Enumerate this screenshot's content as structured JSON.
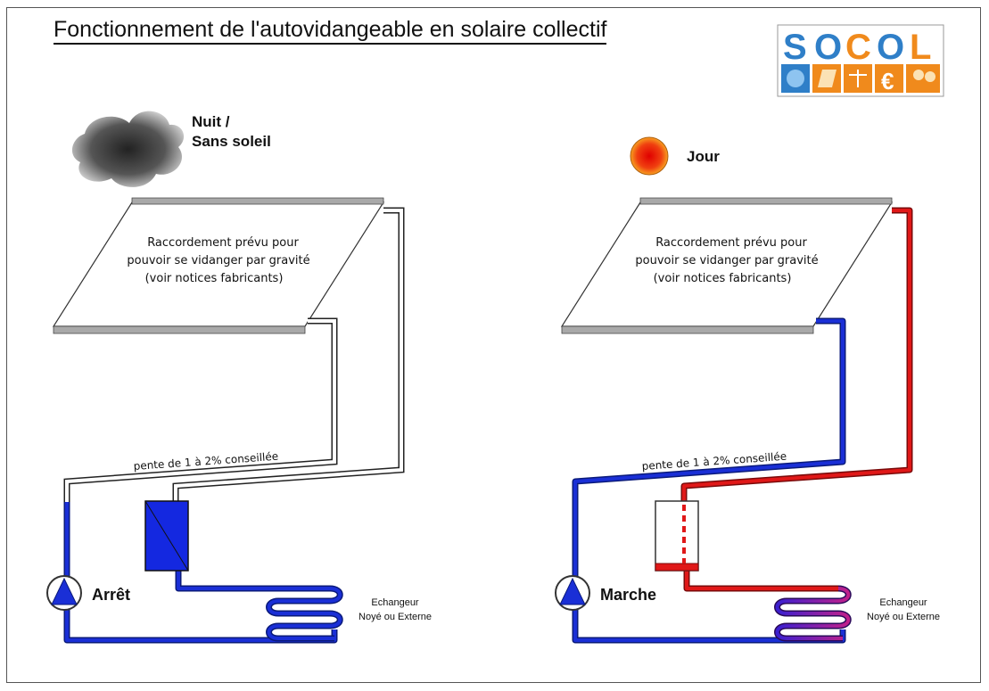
{
  "title": "Fonctionnement de l'autovidangeable en solaire collectif",
  "logo": {
    "text": "SOCOL",
    "letters": [
      "S",
      "O",
      "C",
      "O",
      "L"
    ],
    "letter_colors": [
      "#2f7fc8",
      "#2f7fc8",
      "#f08a1c",
      "#2f7fc8",
      "#f08a1c"
    ]
  },
  "left": {
    "weather_label_1": "Nuit /",
    "weather_label_2": "Sans soleil",
    "panel_line_1": "Raccordement prévu pour",
    "panel_line_2": "pouvoir se vidanger par gravité",
    "panel_line_3": "(voir notices fabricants)",
    "slope_label": "pente de 1 à 2% conseillée",
    "pump_state": "Arrêt",
    "exchanger_line_1": "Echangeur",
    "exchanger_line_2": "Noyé ou Externe"
  },
  "right": {
    "weather_label": "Jour",
    "panel_line_1": "Raccordement prévu pour",
    "panel_line_2": "pouvoir se vidanger par gravité",
    "panel_line_3": "(voir notices fabricants)",
    "slope_label": "pente de 1 à 2% conseillée",
    "pump_state": "Marche",
    "exchanger_line_1": "Echangeur",
    "exchanger_line_2": "Noyé ou Externe"
  },
  "colors": {
    "cold": "#1a2fd6",
    "hot": "#e01818",
    "mixed": "#8a2ab0",
    "empty_pipe": "#ffffff",
    "panel_edge": "#9a9a9a"
  }
}
